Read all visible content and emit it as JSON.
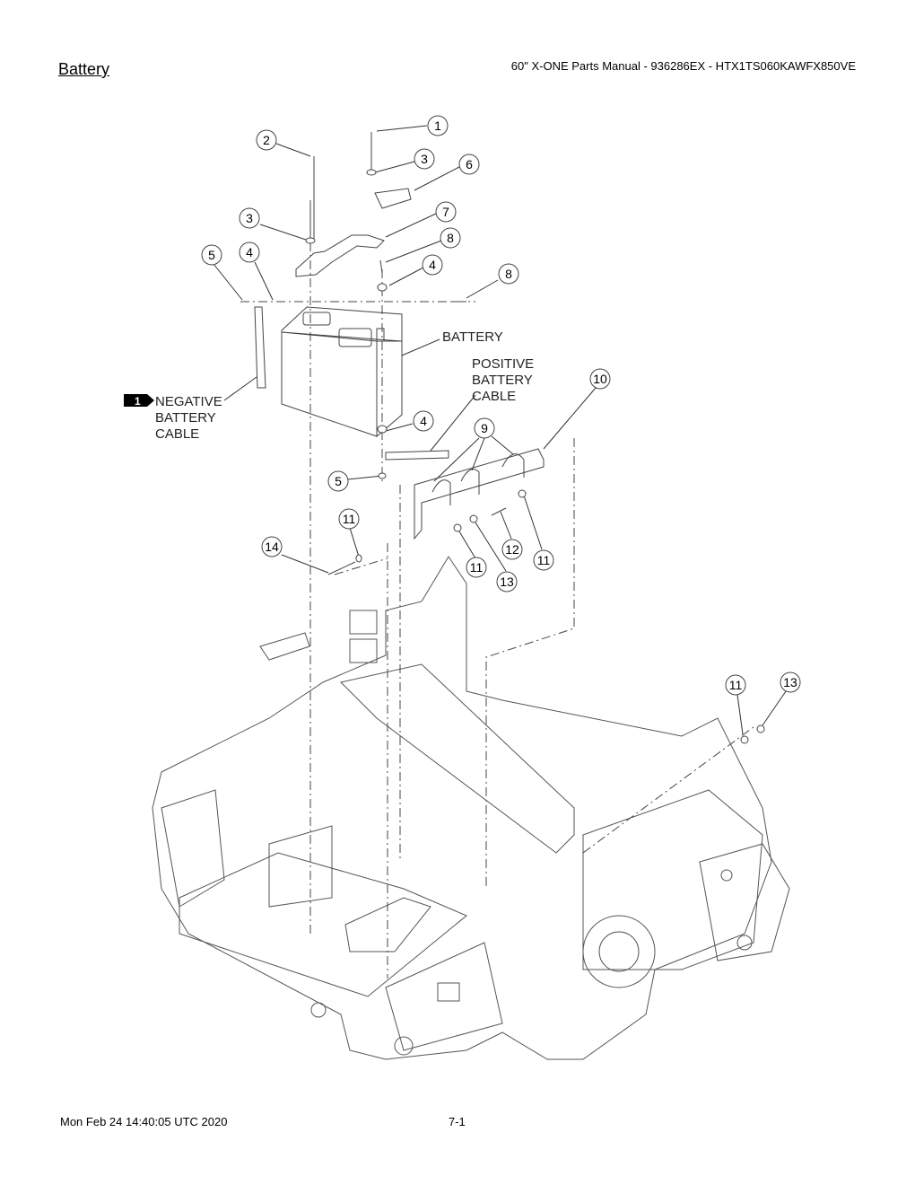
{
  "header": {
    "section_title": "Battery",
    "manual_title": "60\" X-ONE Parts Manual - 936286EX - HTX1TS060KAWFX850VE"
  },
  "footer": {
    "timestamp": "Mon Feb 24 14:40:05 UTC 2020",
    "page_number": "7-1"
  },
  "diagram": {
    "labels": {
      "battery": "BATTERY",
      "positive_cable": [
        "POSITIVE",
        "BATTERY",
        "CABLE"
      ],
      "negative_cable": [
        "NEGATIVE",
        "BATTERY",
        "CABLE"
      ],
      "negative_badge": "1"
    },
    "callouts": [
      "1",
      "2",
      "3",
      "6",
      "3",
      "7",
      "8",
      "5",
      "4",
      "4",
      "8",
      "10",
      "4",
      "9",
      "5",
      "11",
      "14",
      "11",
      "12",
      "11",
      "13",
      "11",
      "13"
    ]
  }
}
